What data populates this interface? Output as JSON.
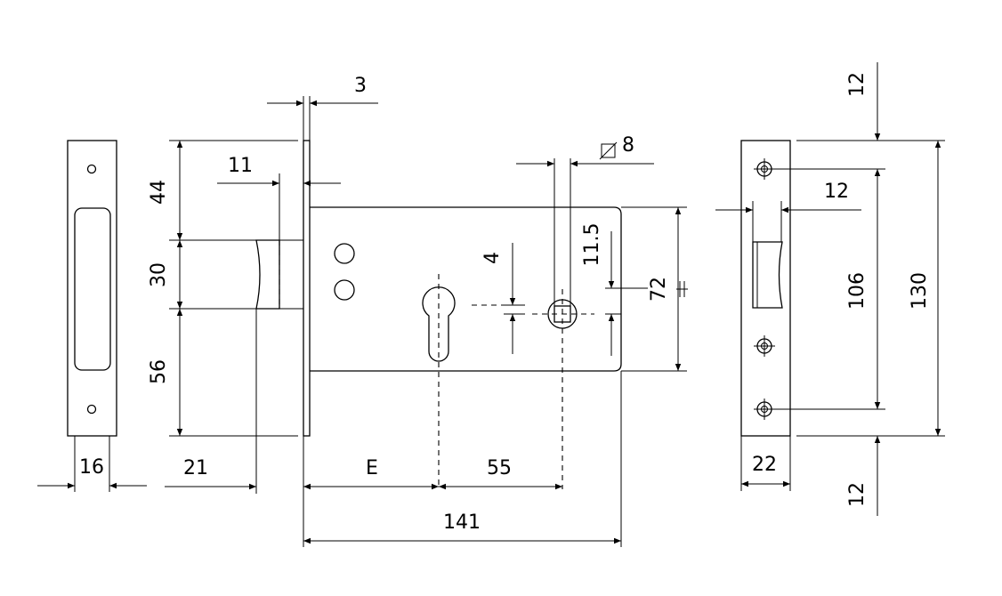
{
  "dimensions": {
    "d_3": "3",
    "d_11": "11",
    "d_44": "44",
    "d_30": "30",
    "d_56": "56",
    "d_4": "4",
    "d_8": "8",
    "d_11_5": "11.5",
    "d_72": "72",
    "d_16": "16",
    "d_21": "21",
    "d_E": "E",
    "d_55": "55",
    "d_141": "141",
    "d_12_top": "12",
    "d_12_mid": "12",
    "d_106": "106",
    "d_130": "130",
    "d_22": "22",
    "d_12_bottom": "12"
  },
  "symbols": {
    "square": "square-symbol",
    "parallel": "parallel-symbol"
  }
}
